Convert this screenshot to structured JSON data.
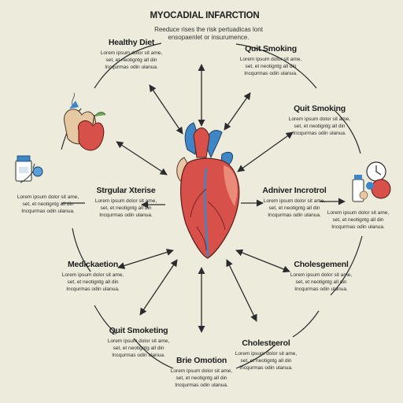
{
  "title": "MYOCADIAL INFARCTION",
  "subtitle": [
    "Reeduce rises the risk pertuadicas lont",
    "ensopaenlet or insurumence."
  ],
  "lorem": [
    "Lorem ipsum dolor sit ame,",
    "set, et neotigntg all din",
    "Incqurmas odin ulanua."
  ],
  "nodes": {
    "healthy_diet": "Healthy Diet",
    "quit_smoking_top": "Quit Smoking",
    "quit_smoking_right": "Quit Smoking",
    "stress_exercise": "Strgular Xterise",
    "advise_control": "Adniver Incrotrol",
    "medication": "Medickaetion",
    "cholesterol_right": "Cholesgemenl",
    "quit_smoking_bottom": "Quit Smoketing",
    "brie_emotion": "Brie Omotion",
    "cholesterol_bottom": "Cholesteerol"
  },
  "icons": [
    "heart-illustration",
    "apple-icon",
    "medicine-bottle-icon",
    "stethoscope-icon",
    "pill-bottle-icon",
    "clock-icon"
  ],
  "colors": {
    "background": "#ecebdc",
    "heart_red": "#d8504a",
    "vessel_blue": "#3f86c6",
    "line": "#2b2b2b"
  }
}
